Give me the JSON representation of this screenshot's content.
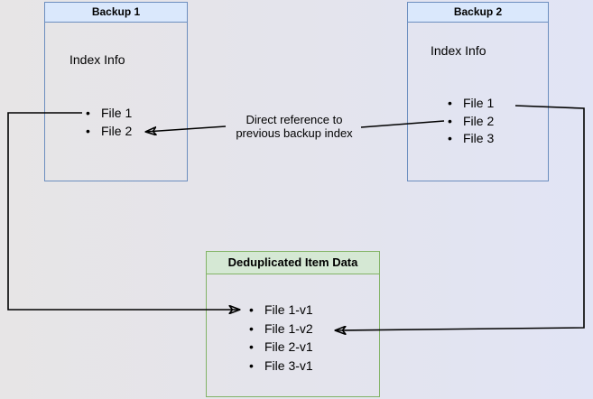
{
  "diagram": {
    "background_gradient": [
      "#e7e5e6",
      "#e1e4f5"
    ],
    "connector_color": "#000000"
  },
  "backup1": {
    "title": "Backup 1",
    "subtitle": "Index Info",
    "files": [
      "File 1",
      "File 2"
    ],
    "fill": "#dae8fc",
    "border": "#6c8ebf"
  },
  "backup2": {
    "title": "Backup 2",
    "subtitle": "Index Info",
    "files": [
      "File 1",
      "File 2",
      "File 3"
    ],
    "fill": "#dae8fc",
    "border": "#6c8ebf"
  },
  "dedup": {
    "title": "Deduplicated Item Data",
    "items": [
      "File 1-v1",
      "File 1-v2",
      "File 2-v1",
      "File 3-v1"
    ],
    "fill": "#d5e8d4",
    "border": "#82b366"
  },
  "annotation": {
    "label": "Direct reference to\nprevious backup index"
  },
  "bullet": "•"
}
